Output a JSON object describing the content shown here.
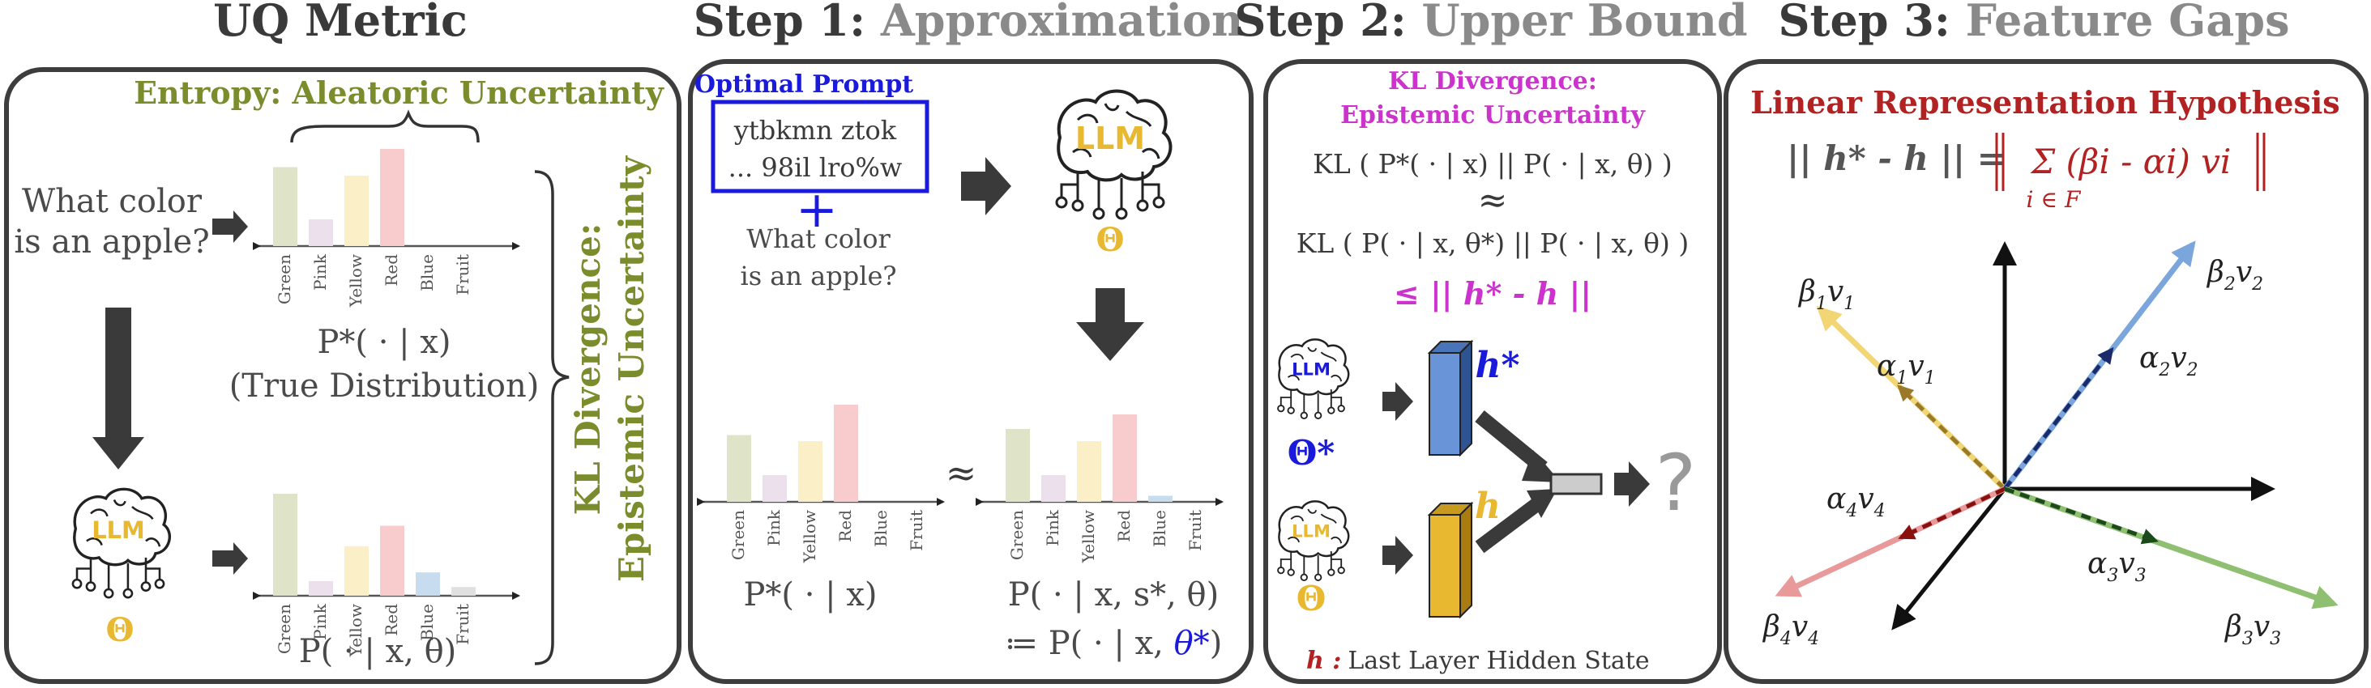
{
  "headers": [
    {
      "dark": "UQ Metric",
      "light": ""
    },
    {
      "dark": "Step 1: ",
      "light": "Approximation"
    },
    {
      "dark": "Step 2: ",
      "light": "Upper Bound"
    },
    {
      "dark": "Step 3: ",
      "light": "Feature Gaps"
    }
  ],
  "panel1": {
    "entropy_label": "Entropy: Aleatoric Uncertainty",
    "question_line1": "What color",
    "question_line2": "is an apple?",
    "true_dist_label": "P*( · | x)",
    "true_dist_note": "(True Distribution)",
    "model_dist_label": "P( · | x, θ)",
    "kl_line1": "KL Divergence:",
    "kl_line2": "Epistemic Uncertainty",
    "llm_label": "LLM",
    "theta": "Θ"
  },
  "categories": [
    "Green",
    "Pink",
    "Yellow",
    "Red",
    "Blue",
    "Fruit"
  ],
  "colors": {
    "Green": "#dfe3c8",
    "Pink": "#ece0ec",
    "Yellow": "#fbefc8",
    "Red": "#f8cccc",
    "Blue": "#c8dcf0",
    "Fruit": "#e0e0e0",
    "olive": "#7a8c2c",
    "magenta": "#cc33cc",
    "darkred": "#b22222",
    "blue": "#1a1adc",
    "gold": "#e8b830"
  },
  "panel2": {
    "optimal_prompt": "Optimal Prompt",
    "prompt_line1": "ytbkmn  ztok",
    "prompt_line2": "...  98il  lro%w",
    "plus": "+",
    "question_line1": "What color",
    "question_line2": "is an apple?",
    "llm_label": "LLM",
    "theta": "Θ",
    "approx": "≈",
    "true_dist_label": "P*( · | x)",
    "opt_dist_line1": "P( · | x, s*, θ)",
    "opt_dist_line2_prefix": "≔ P( · | x, ",
    "opt_dist_line2_theta": "θ*",
    "opt_dist_line2_suffix": ")"
  },
  "panel3": {
    "title_line1": "KL Divergence:",
    "title_line2": "Epistemic Uncertainty",
    "kl_a": "KL ( P*( · | x) || P( · | x, θ) )",
    "approx": "≈",
    "kl_b": "KL ( P( · | x, θ*) || P( · | x, θ) )",
    "leq": "≤  || h* - h ||",
    "h_star": "h*",
    "h": "h",
    "theta_star": "Θ*",
    "theta": "Θ",
    "llm_label": "LLM",
    "question": "?",
    "footnote_h": "h :",
    "footnote_text": "Last Layer Hidden State"
  },
  "panel4": {
    "title": "Linear Representation Hypothesis",
    "eq_left": "|| h* - h || =",
    "eq_right": "Σ (βi - αi) vi",
    "eq_sub": "i ∈ F",
    "vec_labels": [
      "β1v1",
      "α1v1",
      "β2v2",
      "α2v2",
      "α4v4",
      "β4v4",
      "α3v3",
      "β3v3"
    ]
  },
  "chart_data": [
    {
      "type": "bar",
      "title": "P*( · | x)",
      "categories": [
        "Green",
        "Pink",
        "Yellow",
        "Red",
        "Blue",
        "Fruit"
      ],
      "values": [
        0.65,
        0.22,
        0.58,
        0.8,
        0,
        0
      ]
    },
    {
      "type": "bar",
      "title": "P( · | x, θ)",
      "categories": [
        "Green",
        "Pink",
        "Yellow",
        "Red",
        "Blue",
        "Fruit"
      ],
      "values": [
        0.7,
        0.1,
        0.34,
        0.48,
        0.16,
        0.06
      ]
    },
    {
      "type": "bar",
      "title": "P*( · | x)",
      "categories": [
        "Green",
        "Pink",
        "Yellow",
        "Red",
        "Blue",
        "Fruit"
      ],
      "values": [
        0.55,
        0.22,
        0.5,
        0.8,
        0,
        0
      ]
    },
    {
      "type": "bar",
      "title": "P( · | x, s*, θ)",
      "categories": [
        "Green",
        "Pink",
        "Yellow",
        "Red",
        "Blue",
        "Fruit"
      ],
      "values": [
        0.6,
        0.22,
        0.5,
        0.72,
        0.05,
        0
      ]
    }
  ]
}
